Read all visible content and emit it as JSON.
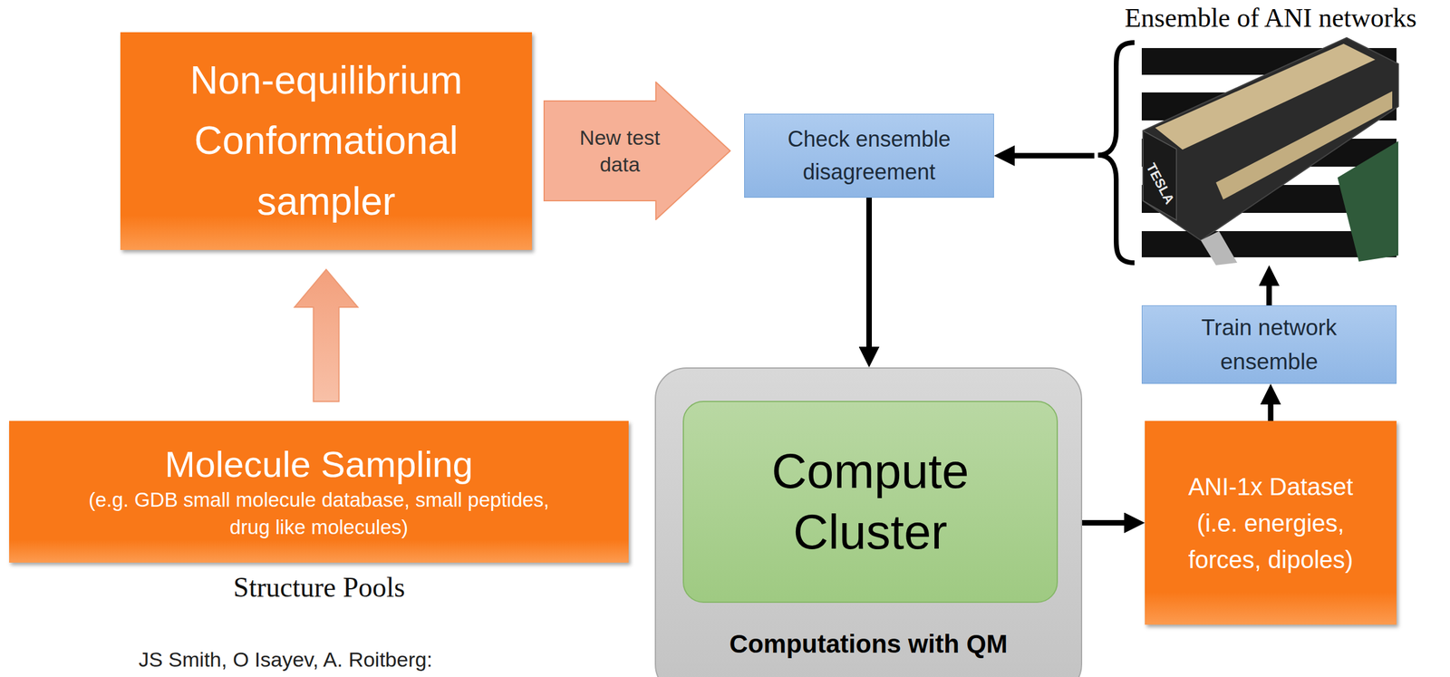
{
  "diagram": {
    "nodes": [
      {
        "text": [
          "Non-equilibrium Conformational sampler"
        ]
      },
      {
        "text": [
          "New test data"
        ]
      },
      {
        "text": [
          "Check ensemble disagreement"
        ]
      },
      {
        "text": [
          "Ensemble of ANI networks"
        ]
      },
      {
        "text": [
          "Train network ensemble"
        ]
      },
      {
        "text": [
          "Molecule Sampling",
          "(e.g. GDB small molecule database, small peptides, drug like molecules)"
        ]
      },
      {
        "text": [
          "Computations with QM"
        ]
      },
      {
        "text": [
          "Compute Cluster"
        ],
        "in": 6
      },
      {
        "text": [
          "ANI-1x Dataset (i.e. energies, forces, dipoles)"
        ]
      }
    ],
    "edges": [
      {
        "from": 5,
        "to": 0,
        "arrow": "to"
      },
      {
        "from": 3,
        "to": 2,
        "arrow": "to"
      },
      {
        "from": 2,
        "to": 6,
        "arrow": "to"
      },
      {
        "from": 6,
        "to": 8,
        "arrow": "to"
      },
      {
        "from": 8,
        "to": 4,
        "arrow": "to"
      },
      {
        "from": 4,
        "to": 3,
        "arrow": "to"
      }
    ],
    "labels": [
      "Structure Pools",
      "TESLA",
      "JS Smith, O Isayev, A. Roitberg:"
    ]
  }
}
